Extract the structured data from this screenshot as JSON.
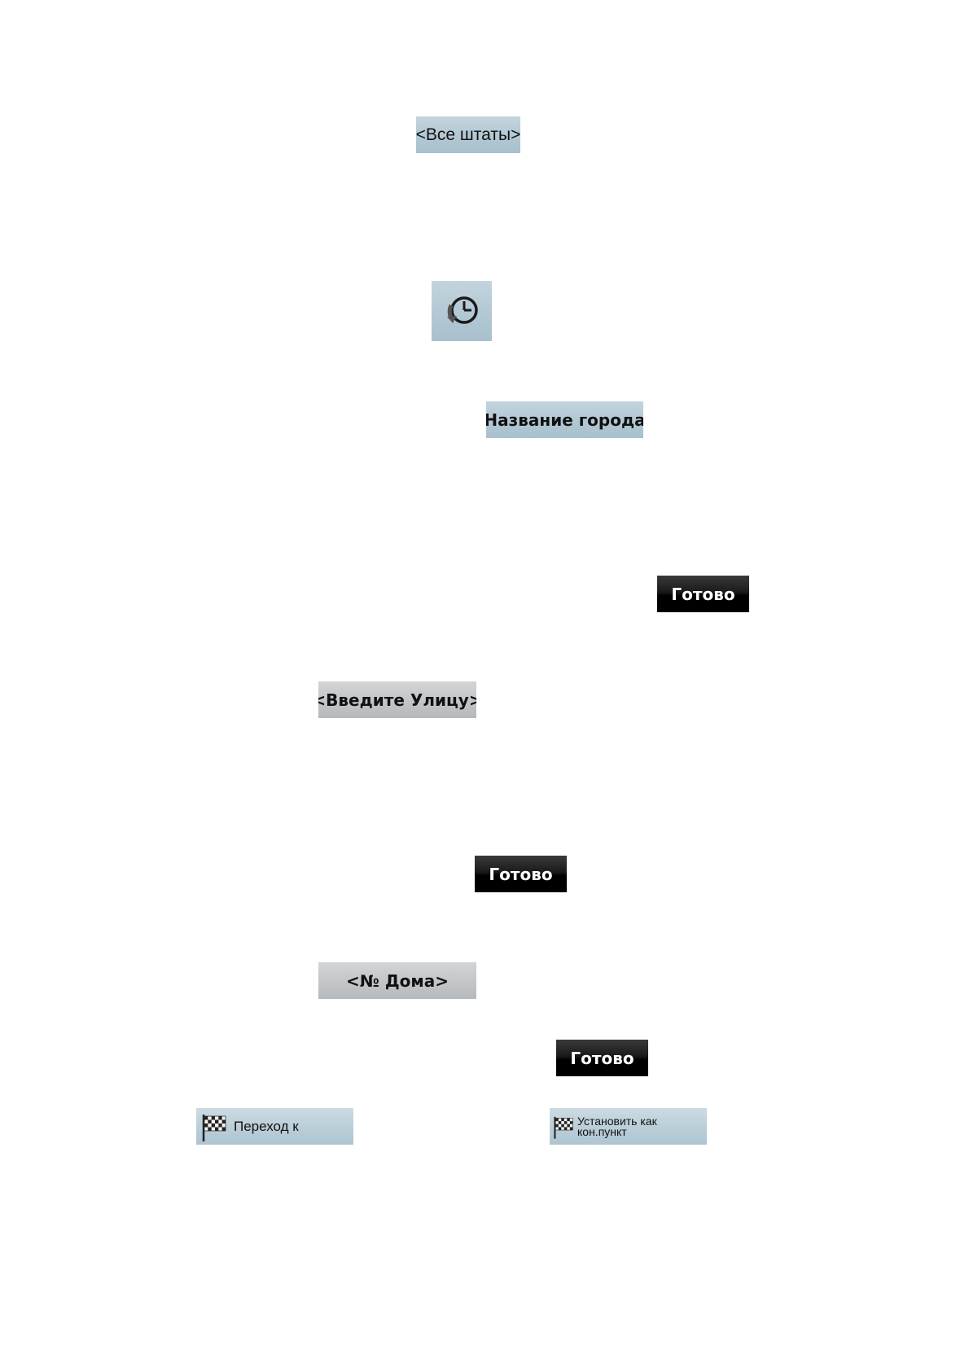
{
  "buttons": {
    "all_states": "<Все штаты>",
    "history_icon": "history-clock-icon",
    "city_name": "<Название города>",
    "done": "Готово",
    "enter_street": "<Введите Улицу>",
    "house_number": "<№ Дома>",
    "go_to": "Переход к",
    "set_as_destination": "Установить как кон.пункт"
  },
  "colors": {
    "light_button": "#b2c8d4",
    "gray_button": "#c3c6c9",
    "dark_button": "#000000",
    "dark_button_text": "#ffffff"
  }
}
